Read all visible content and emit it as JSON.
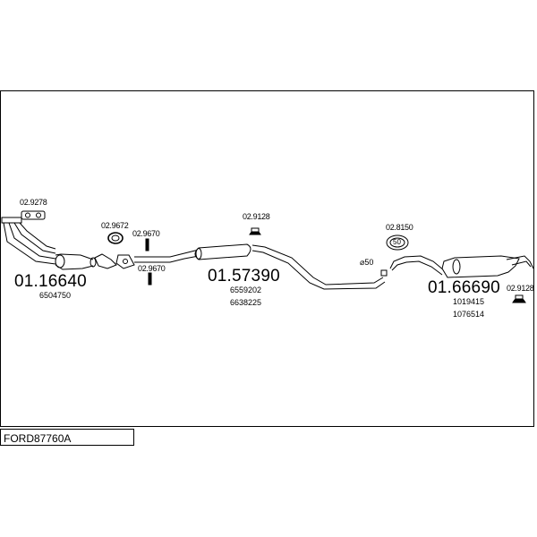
{
  "diagram": {
    "title": "FORD87760A",
    "assemblies": [
      {
        "part_number": "01.16640",
        "oem_refs": [
          "6504750"
        ]
      },
      {
        "part_number": "01.57390",
        "oem_refs": [
          "6559202",
          "6638225"
        ]
      },
      {
        "part_number": "01.66690",
        "oem_refs": [
          "1019415",
          "1076514"
        ]
      }
    ],
    "accessories": [
      {
        "part_number": "02.9278",
        "icon": "gasket-icon"
      },
      {
        "part_number": "02.9672",
        "icon": "sealing-ring-icon"
      },
      {
        "part_number": "02.9670",
        "icon": "rubber-hanger-icon"
      },
      {
        "part_number": "02.9670",
        "icon": "rubber-hanger-icon"
      },
      {
        "part_number": "02.9128",
        "icon": "rubber-mount-icon"
      },
      {
        "part_number": "02.8150",
        "icon": "clamp-icon",
        "size_label": "50"
      },
      {
        "part_number": "02.9128",
        "icon": "rubber-mount-icon"
      }
    ],
    "pipe_diameter_label": "⌀50",
    "line_color": "#000000",
    "background_color": "#ffffff"
  }
}
